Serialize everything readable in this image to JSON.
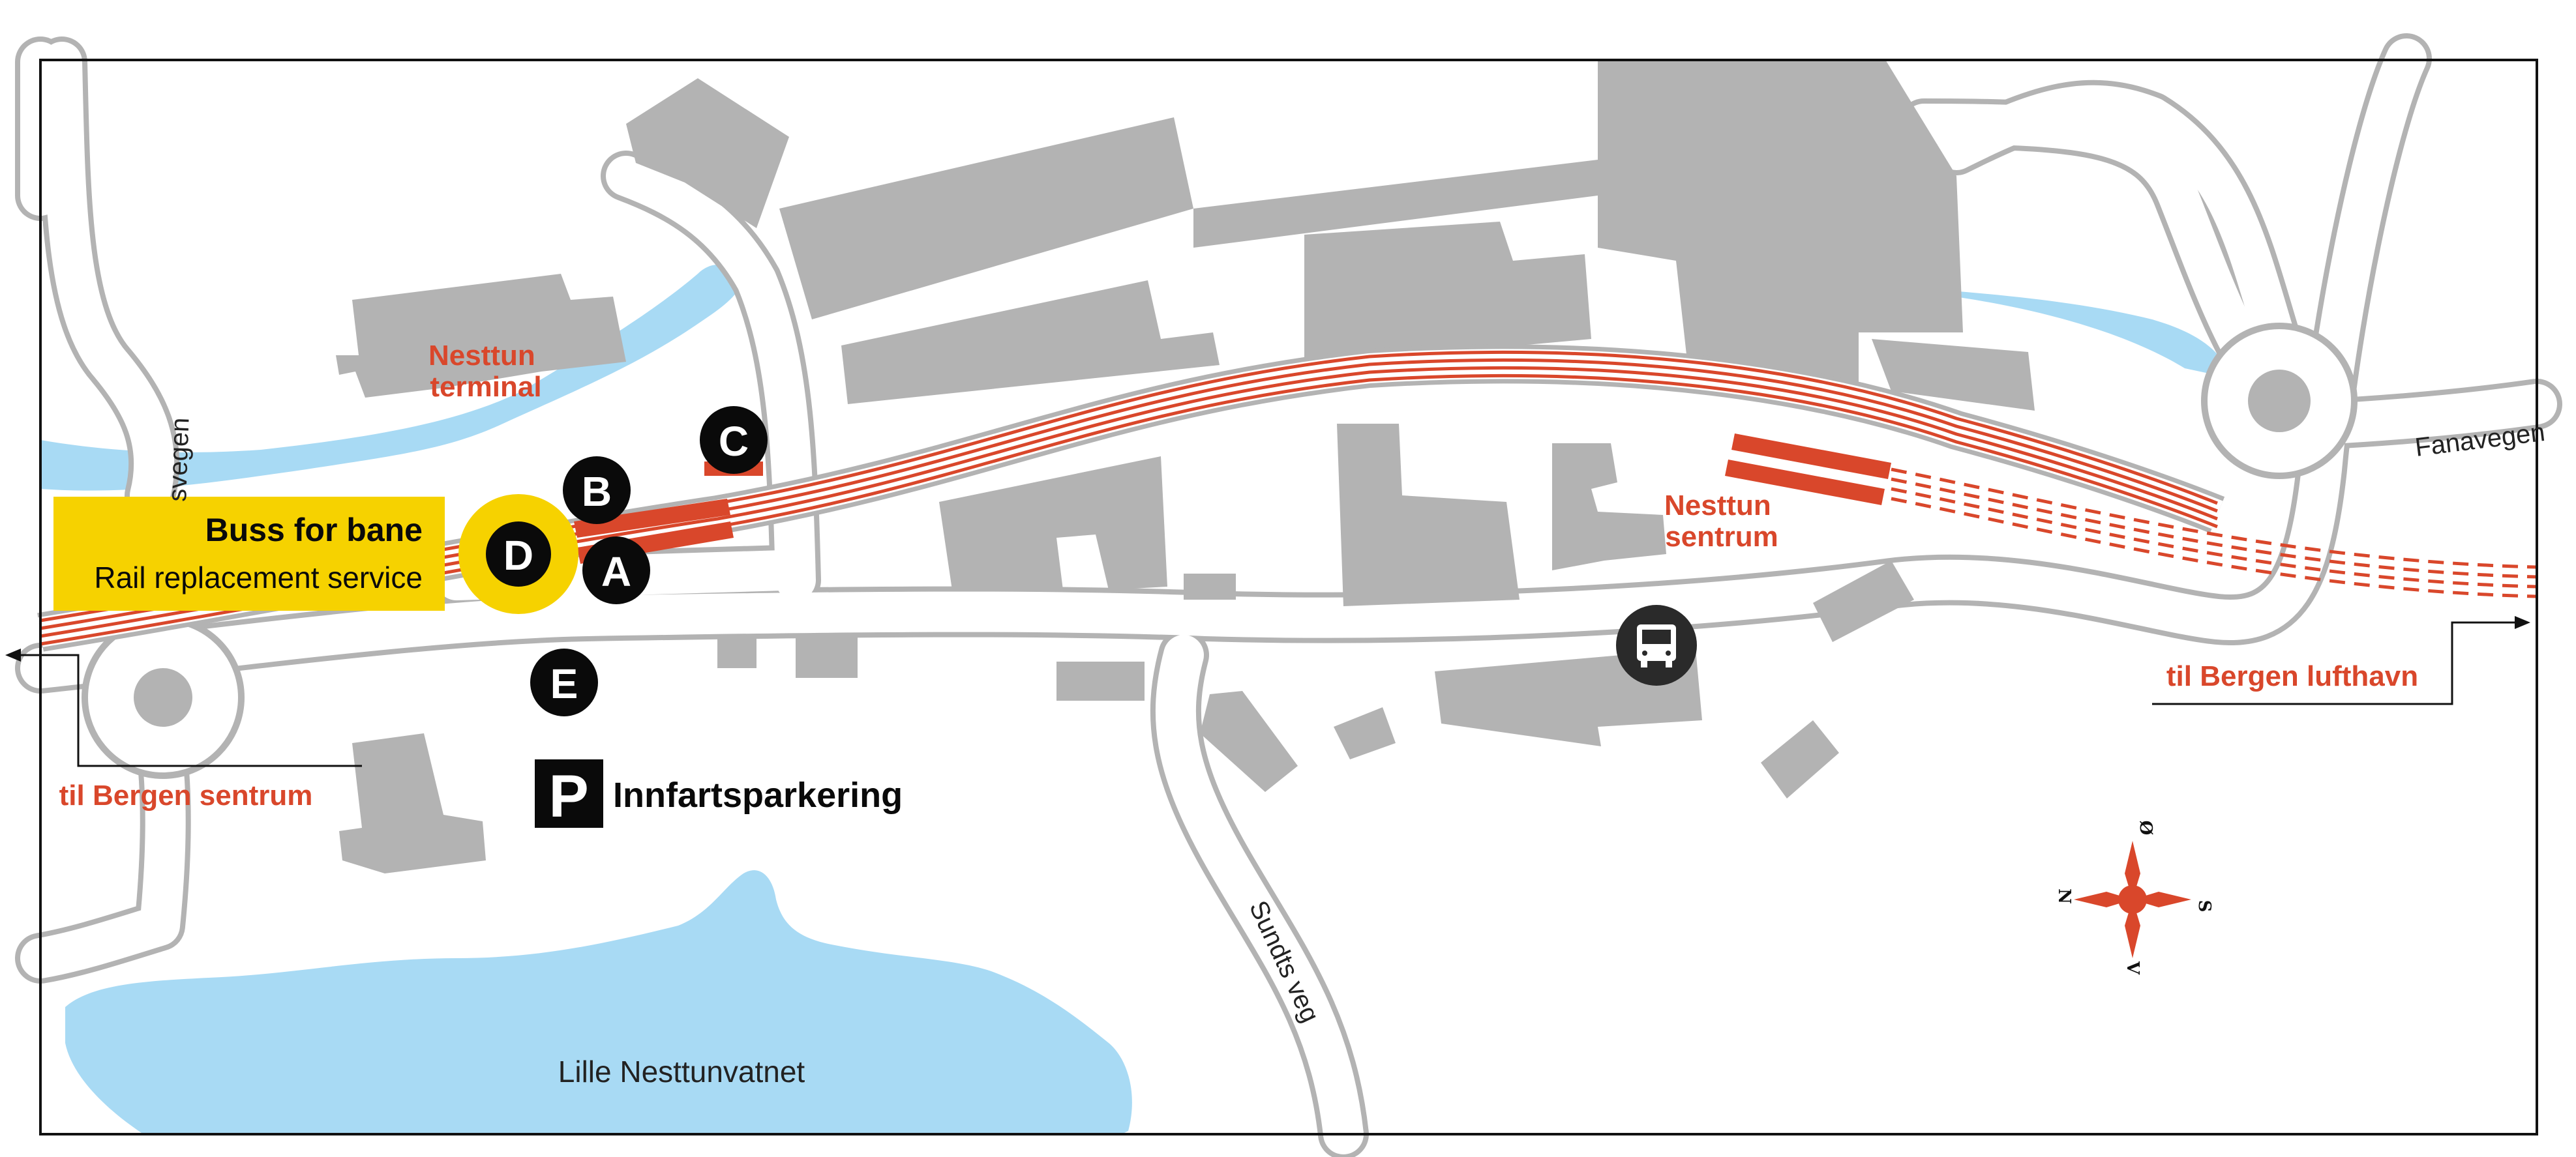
{
  "colors": {
    "building": "#b3b3b3",
    "road_casing": "#b3b3b3",
    "water": "#a8daf4",
    "rail": "#d9472b",
    "bus_highlight": "#f6d200",
    "stop_marker": "#0a0a0a",
    "label_red": "#d9472b"
  },
  "bus_for_rail": {
    "title": "Buss for bane",
    "subtitle": "Rail replacement  service"
  },
  "stops": [
    {
      "id": "A",
      "letter": "A"
    },
    {
      "id": "B",
      "letter": "B"
    },
    {
      "id": "C",
      "letter": "C"
    },
    {
      "id": "D",
      "letter": "D",
      "highlighted": true
    },
    {
      "id": "E",
      "letter": "E"
    }
  ],
  "places": {
    "terminal": [
      "Nesttun",
      "terminal"
    ],
    "sentrum": [
      "Nesttun",
      "sentrum"
    ],
    "lake": "Lille Nesttunvatnet"
  },
  "roads": {
    "fanavegen": "Fanavegen",
    "sundts_veg": "Sundts veg",
    "left_vertical": "svegen"
  },
  "directions": {
    "to_city": "til Bergen sentrum",
    "to_airport": "til Bergen lufthavn"
  },
  "parking": {
    "symbol": "P",
    "label": "Innfartsparkering"
  },
  "compass": {
    "north": "N",
    "east": "Ø",
    "south": "S",
    "west": "V"
  },
  "icons": {
    "bus": "bus-icon",
    "parking": "parking-icon",
    "compass": "compass-rose-icon"
  }
}
